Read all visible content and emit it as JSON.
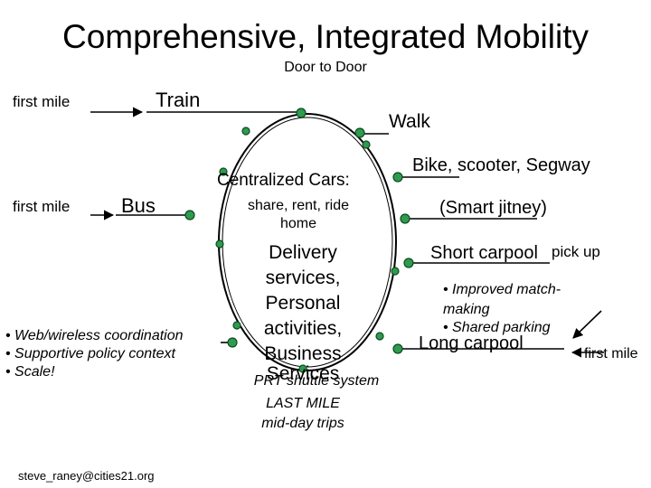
{
  "title": "Comprehensive, Integrated Mobility",
  "subtitle": "Door to Door",
  "left": {
    "first_mile_top": "first mile",
    "train": "Train",
    "first_mile_mid": "first mile",
    "bus": "Bus",
    "bullets": [
      "• Web/wireless coordination",
      "• Supportive policy context",
      "• Scale!"
    ],
    "email": "steve_raney@cities21.org"
  },
  "center": {
    "centralized_cars": "Centralized Cars:",
    "share_rent_ride": "share, rent, ride",
    "home": "home",
    "delivery_lines": [
      "Delivery",
      "services,",
      "Personal",
      "activities,",
      "Business",
      "Services"
    ],
    "prt": "PRT shuttle system",
    "last_mile": "LAST MILE",
    "mid_day": "mid-day trips"
  },
  "right": {
    "walk": "Walk",
    "bike": "Bike, scooter, Segway",
    "jitney": "(Smart jitney)",
    "short_carpool": "Short carpool",
    "pick_up": "pick up",
    "improved_lines": [
      "• Improved match-",
      "making",
      "• Shared parking"
    ],
    "long_carpool": "Long carpool",
    "first_mile": "first mile"
  },
  "colors": {
    "node": "#2e9b4e",
    "node_stroke": "#0d4a22",
    "ink": "#000000"
  }
}
